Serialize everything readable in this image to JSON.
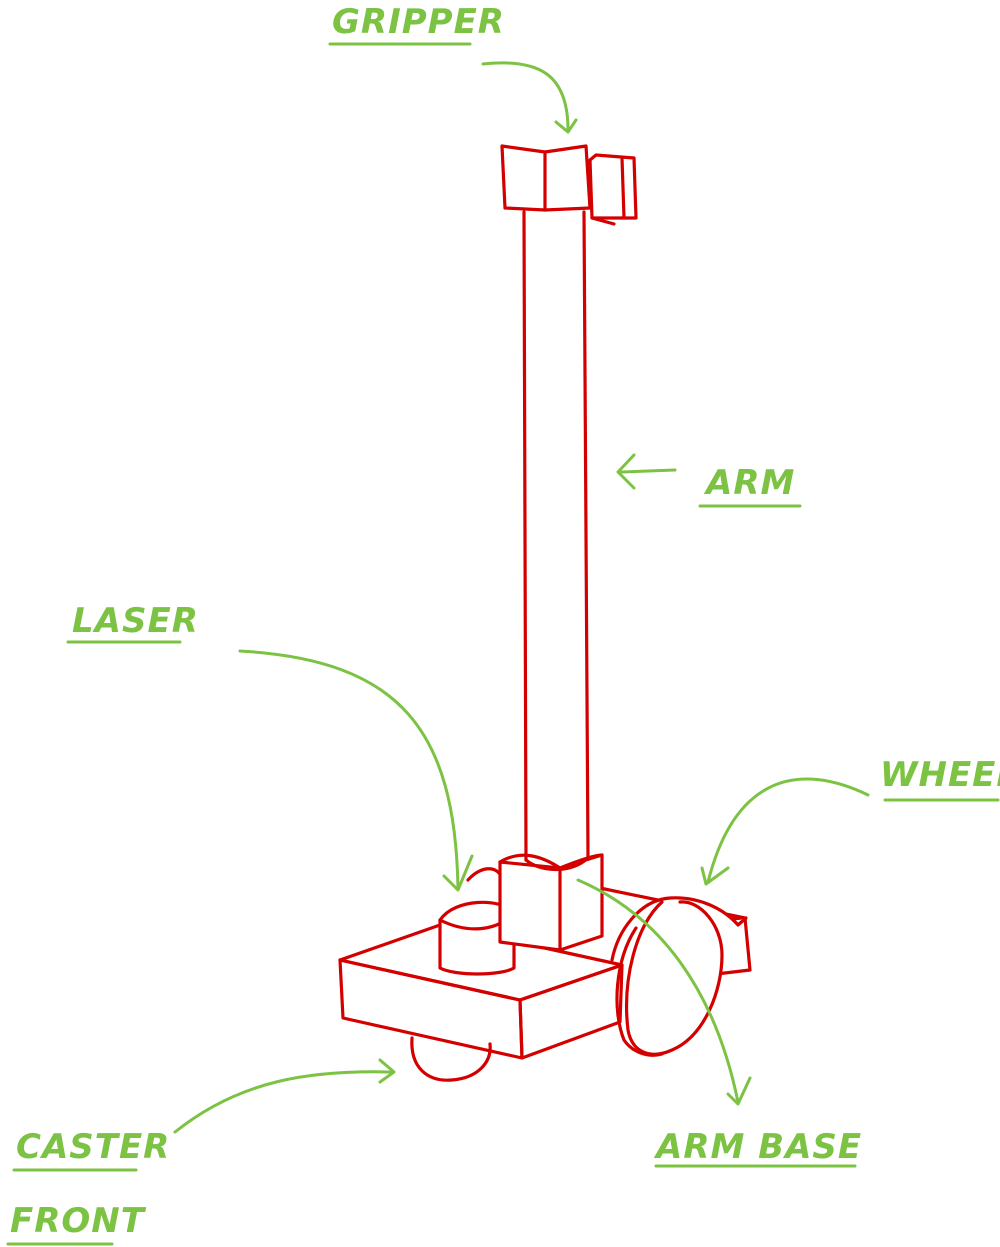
{
  "colors": {
    "robot": "#d40000",
    "annotation": "#7cc243",
    "background": "#ffffff"
  },
  "labels": {
    "gripper": "GRIPPER",
    "arm": "ARM",
    "laser": "LASER",
    "wheel": "WHEEL",
    "caster_front_line1": "CASTER",
    "caster_front_line2": "FRONT",
    "arm_base": "ARM BASE"
  }
}
